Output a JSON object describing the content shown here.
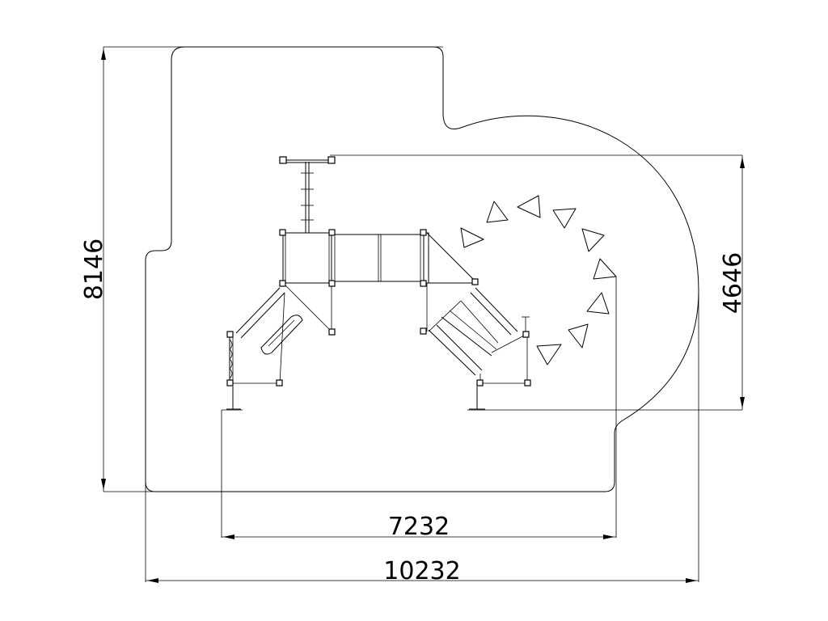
{
  "drawing": {
    "dimensions": {
      "total_height": "8146",
      "structure_depth": "4646",
      "structure_width": "7232",
      "total_width": "10232"
    }
  }
}
